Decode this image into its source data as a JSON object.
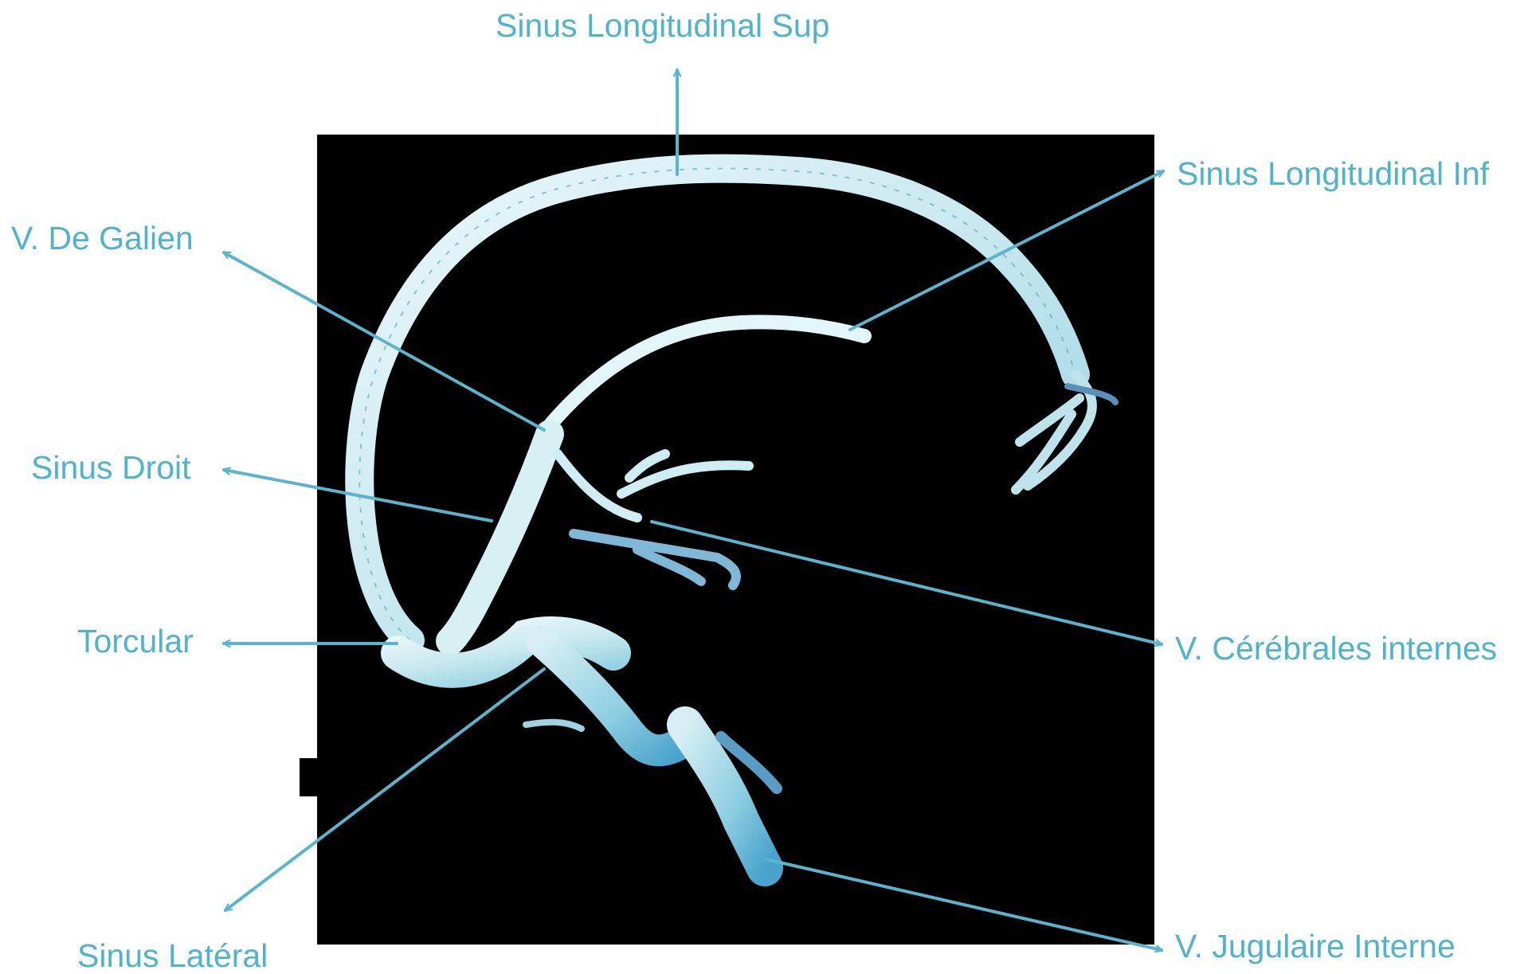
{
  "labels": {
    "sinus_longitudinal_sup": "Sinus Longitudinal Sup",
    "sinus_longitudinal_inf": "Sinus Longitudinal Inf",
    "v_de_galien": "V. De Galien",
    "sinus_droit": "Sinus Droit",
    "torcular": "Torcular",
    "v_cerebrales_internes": "V. Cérébrales internes",
    "sinus_lateral": "Sinus Latéral",
    "v_jugulaire_interne": "V. Jugulaire Interne"
  },
  "colors": {
    "label": "#4fb3cc",
    "arrow": "#5ab4cc",
    "image_background": "#000000",
    "vessel": "#d4eef2",
    "vessel_shade": "#7fc6da",
    "vessel_deep": "#3f8fbf"
  }
}
